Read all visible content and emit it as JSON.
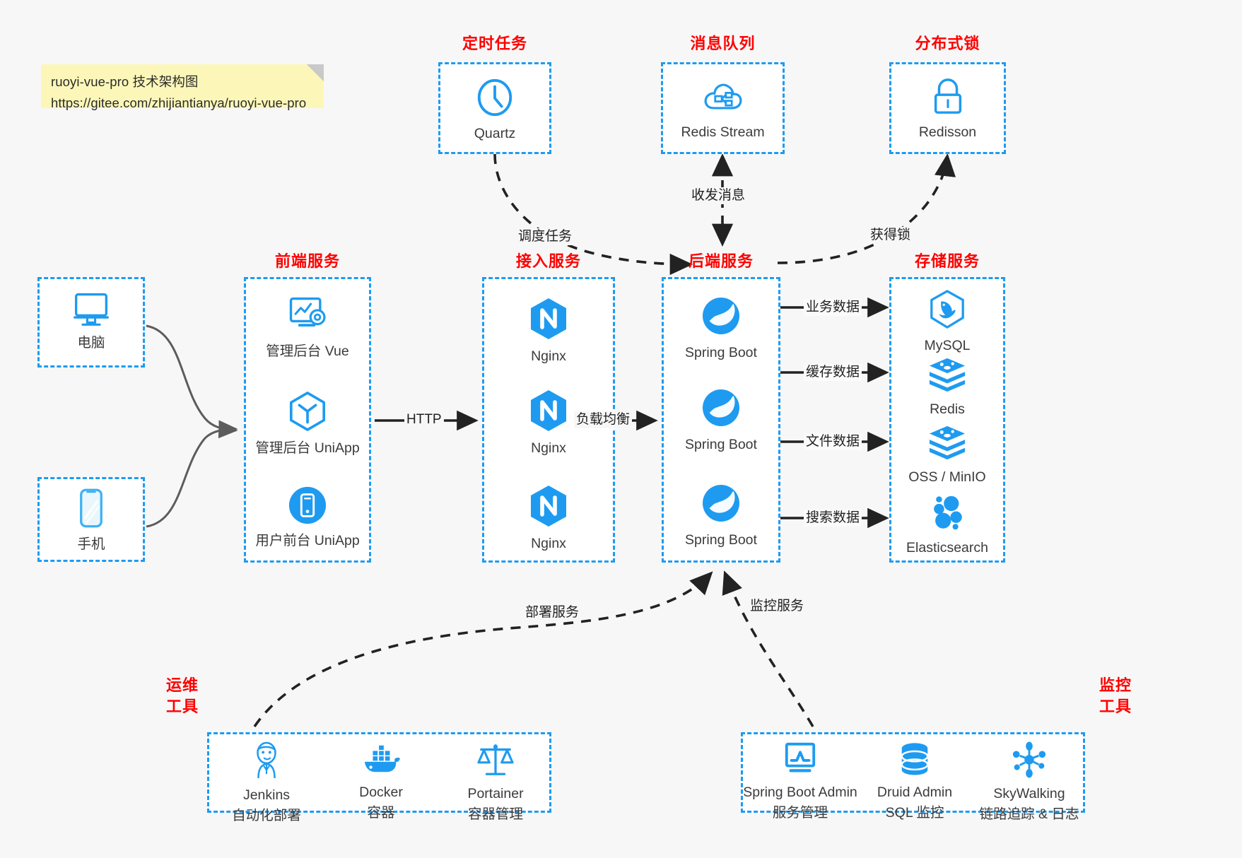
{
  "note": {
    "line1": "ruoyi-vue-pro 技术架构图",
    "line2": "https://gitee.com/zhijiantianya/ruoyi-vue-pro"
  },
  "colors": {
    "accent": "#1e9bf0",
    "title": "#ff0000",
    "caption": "#3b3b3b",
    "note_bg": "#fcf7b8",
    "canvas": "#f7f7f7",
    "edge": "#444444"
  },
  "groups": {
    "scheduler": {
      "title": "定时任务"
    },
    "mq": {
      "title": "消息队列"
    },
    "lock": {
      "title": "分布式锁"
    },
    "frontend": {
      "title": "前端服务"
    },
    "gateway": {
      "title": "接入服务"
    },
    "backend": {
      "title": "后端服务"
    },
    "storage": {
      "title": "存储服务"
    },
    "devops": {
      "title_line1": "运维",
      "title_line2": "工具"
    },
    "monitor": {
      "title_line1": "监控",
      "title_line2": "工具"
    }
  },
  "clients": [
    {
      "icon": "desktop-computer-icon",
      "label": "电脑"
    },
    {
      "icon": "mobile-phone-icon",
      "label": "手机"
    }
  ],
  "scheduler_nodes": [
    {
      "icon": "clock-icon",
      "label": "Quartz"
    }
  ],
  "mq_nodes": [
    {
      "icon": "cloud-stream-icon",
      "label": "Redis Stream"
    }
  ],
  "lock_nodes": [
    {
      "icon": "padlock-icon",
      "label": "Redisson"
    }
  ],
  "frontend_nodes": [
    {
      "icon": "dashboard-gear-icon",
      "label": "管理后台 Vue"
    },
    {
      "icon": "hexagon-cube-icon",
      "label": "管理后台 UniApp"
    },
    {
      "icon": "mobile-app-circle-icon",
      "label": "用户前台 UniApp"
    }
  ],
  "gateway_nodes": [
    {
      "icon": "nginx-icon",
      "label": "Nginx"
    },
    {
      "icon": "nginx-icon",
      "label": "Nginx"
    },
    {
      "icon": "nginx-icon",
      "label": "Nginx"
    }
  ],
  "backend_nodes": [
    {
      "icon": "spring-leaf-icon",
      "label": "Spring Boot"
    },
    {
      "icon": "spring-leaf-icon",
      "label": "Spring Boot"
    },
    {
      "icon": "spring-leaf-icon",
      "label": "Spring Boot"
    }
  ],
  "storage_nodes": [
    {
      "icon": "mysql-dolphin-icon",
      "label": "MySQL"
    },
    {
      "icon": "redis-stack-icon",
      "label": "Redis"
    },
    {
      "icon": "redis-stack-icon",
      "label": "OSS / MinIO"
    },
    {
      "icon": "elasticsearch-icon",
      "label": "Elasticsearch"
    }
  ],
  "devops_nodes": [
    {
      "icon": "jenkins-butler-icon",
      "label": "Jenkins",
      "sub": "自动化部署"
    },
    {
      "icon": "docker-whale-icon",
      "label": "Docker",
      "sub": "容器"
    },
    {
      "icon": "scales-icon",
      "label": "Portainer",
      "sub": "容器管理"
    }
  ],
  "monitor_nodes": [
    {
      "icon": "monitor-chart-icon",
      "label": "Spring Boot Admin",
      "sub": "服务管理"
    },
    {
      "icon": "database-stack-icon",
      "label": "Druid Admin",
      "sub": "SQL 监控"
    },
    {
      "icon": "skywalking-icon",
      "label": "SkyWalking",
      "sub": "链路追踪 & 日志"
    }
  ],
  "edge_labels": {
    "http": "HTTP",
    "load_balance": "负载均衡",
    "schedule_task": "调度任务",
    "send_receive_msg": "收发消息",
    "acquire_lock": "获得锁",
    "business_data": "业务数据",
    "cache_data": "缓存数据",
    "file_data": "文件数据",
    "search_data": "搜索数据",
    "deploy_service": "部署服务",
    "monitor_service": "监控服务"
  }
}
